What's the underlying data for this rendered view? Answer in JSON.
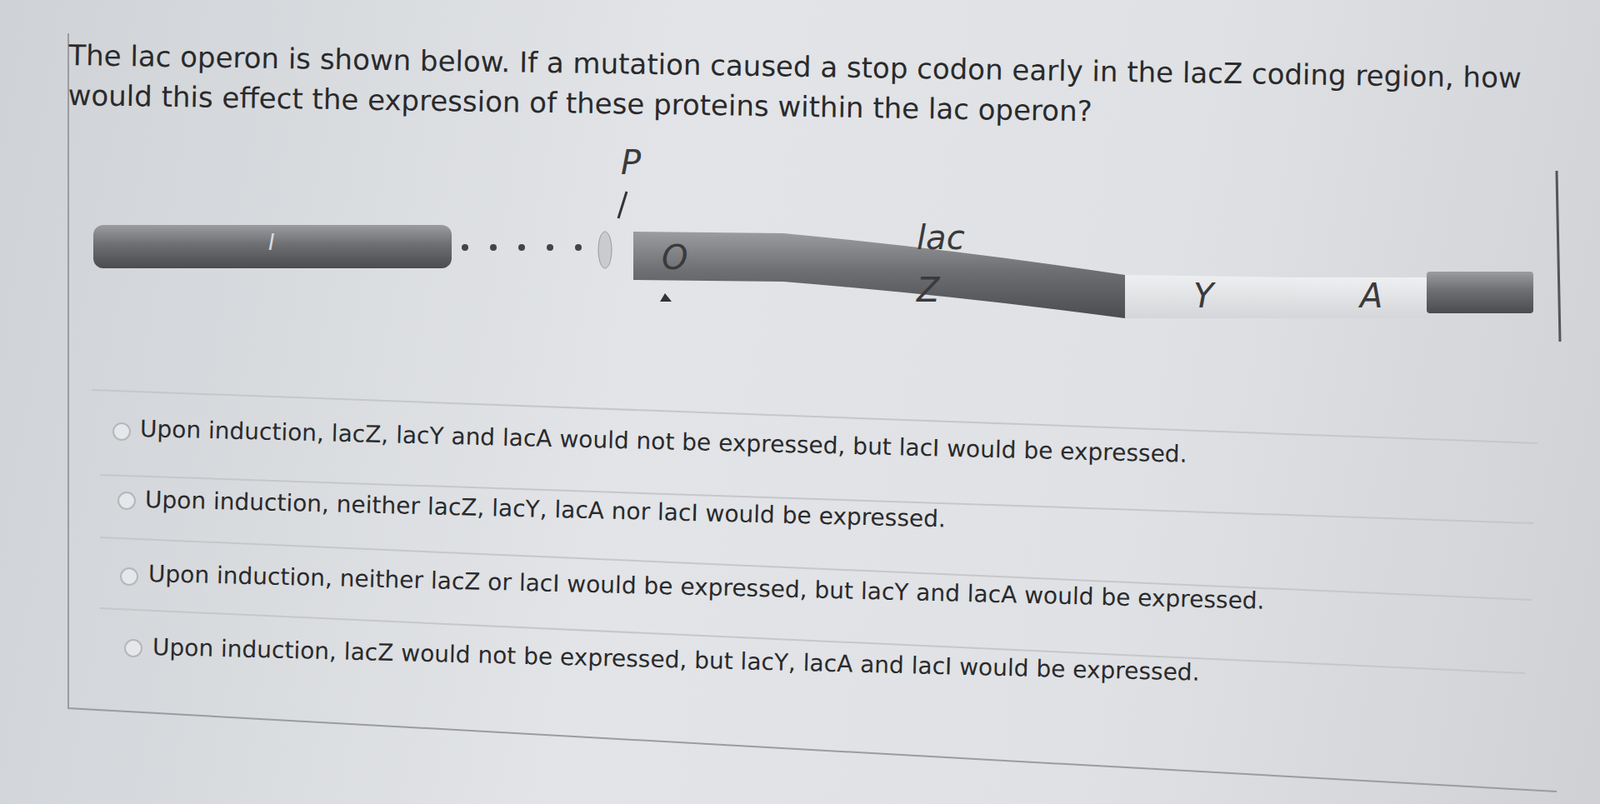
{
  "diagram": {
    "title": "The lac operon is shown below. If a mutation caused a stop codon early in the lacZ coding region, how would this effect the expression of these proteins within the lac operon?",
    "labels": [
      "P",
      "I",
      "O",
      "lac",
      "Z",
      "Y",
      "A",
      "Upon induction, lacZ, lacY and lacA would not be expressed, but lacI would be expressed.",
      "Upon induction, neither lacZ, lacY, lacA nor lacI would be expressed.",
      "Upon induction, neither lacZ or lacI would be expressed, but lacY and lacA would be expressed.",
      "Upon induction, lacZ would not be expressed, but lacY, lacA and lacI would be expressed."
    ]
  }
}
